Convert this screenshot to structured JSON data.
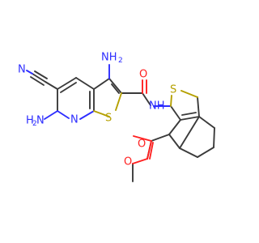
{
  "colors": {
    "carbon": "#3a3a3a",
    "nitrogen": "#2d2dff",
    "sulfur": "#b5a000",
    "oxygen": "#ff2020",
    "background": "#ffffff"
  },
  "atoms": {
    "nh2_top": "NH",
    "nh2_top_sub": "2",
    "nh_amide": "NH",
    "s_left": "S",
    "s_right": "S",
    "n_pyridine": "N",
    "n_nitrile": "N",
    "h2n_left": "H",
    "h2n_left_sub": "2",
    "h2n_left_n": "N",
    "o_carbonyl": "O",
    "o_ester_double": "O",
    "o_ester_single": "O"
  }
}
